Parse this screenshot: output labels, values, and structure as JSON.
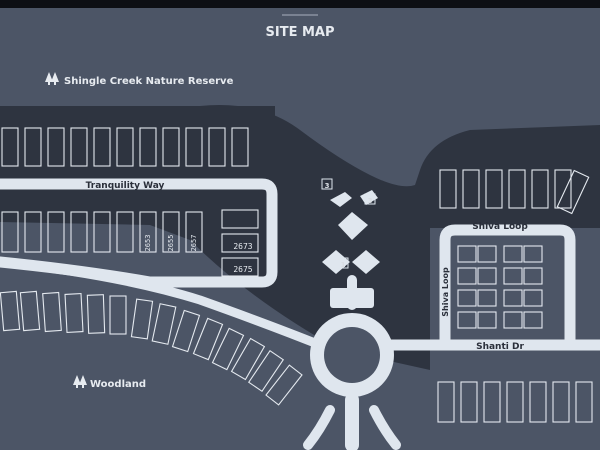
{
  "header": {
    "title": "SITE MAP"
  },
  "areas": {
    "nature_reserve": "Shingle Creek Nature Reserve",
    "woodland": "Woodland"
  },
  "roads": {
    "tranquility": "Tranquility Way",
    "shiva_loop_top": "Shiva Loop",
    "shiva_loop_side": "Shiva Loop",
    "shanti": "Shanti Dr"
  },
  "lots": {
    "lot_2653": "2653",
    "lot_2655": "2655",
    "lot_2657": "2657",
    "lot_2673": "2673",
    "lot_2675": "2675"
  },
  "building_numbers": {
    "b3": "3",
    "b3b": "3",
    "b1": "1"
  },
  "icons": {
    "tree": "tree-icon"
  },
  "colors": {
    "background": "#0d0f14",
    "land": "#4c5566",
    "dark_zone": "#2e3440",
    "road": "#dfe6ee",
    "lot_outline": "#e4e9ef"
  }
}
